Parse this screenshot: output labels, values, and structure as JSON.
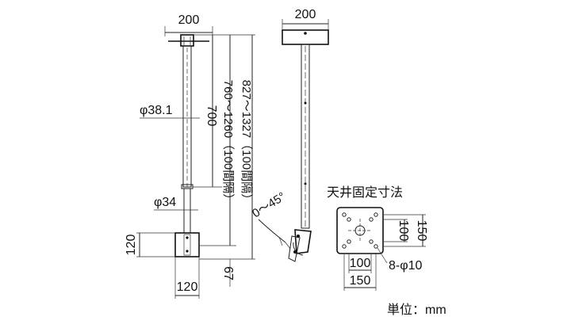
{
  "front_view": {
    "width_top": "200",
    "pole_diameter_upper": "φ38.1",
    "pole_diameter_lower": "φ34",
    "length_upper": "700",
    "length_adjust": "760〜1260（100間隔）",
    "length_total": "827〜1327（100間隔）",
    "bracket_height": "120",
    "bracket_width": "120",
    "bottom_offset": "67"
  },
  "side_view": {
    "width_top": "200",
    "tilt_angle": "0〜45°"
  },
  "ceiling_mount": {
    "title": "天井固定寸法",
    "inner_height": "100",
    "outer_height": "150",
    "inner_width": "100",
    "outer_width": "150",
    "holes": "8-φ10"
  },
  "unit_label": "単位：mm"
}
